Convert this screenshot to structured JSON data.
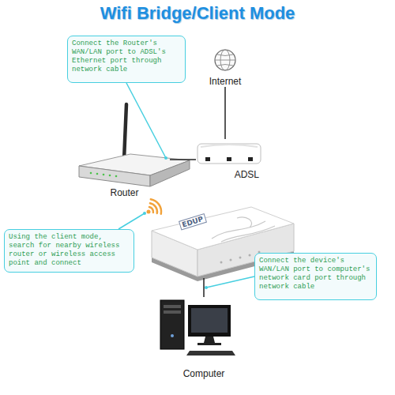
{
  "diagram": {
    "title": "Wifi Bridge/Client Mode",
    "nodes": [
      {
        "text": [
          "Connect the Router's WAN/LAN port to ADSL's Ethernet port through network cable"
        ]
      },
      {
        "text": [
          "Internet"
        ]
      },
      {
        "text": [
          "Router"
        ]
      },
      {
        "text": [
          "ADSL"
        ]
      },
      {
        "text": [
          "Using the client mode, search for nearby wireless router or wireless access point and connect"
        ]
      },
      {
        "text": [
          "EDUP"
        ]
      },
      {
        "text": [
          "Connect the device's WAN/LAN port to computer's network card port through network cable"
        ]
      },
      {
        "text": [
          "Computer"
        ]
      }
    ],
    "edges": [
      {
        "from": 1,
        "to": 3,
        "arrow": "none"
      },
      {
        "from": 2,
        "to": 3,
        "arrow": "none"
      },
      {
        "from": 5,
        "to": 7,
        "arrow": "none"
      }
    ]
  }
}
